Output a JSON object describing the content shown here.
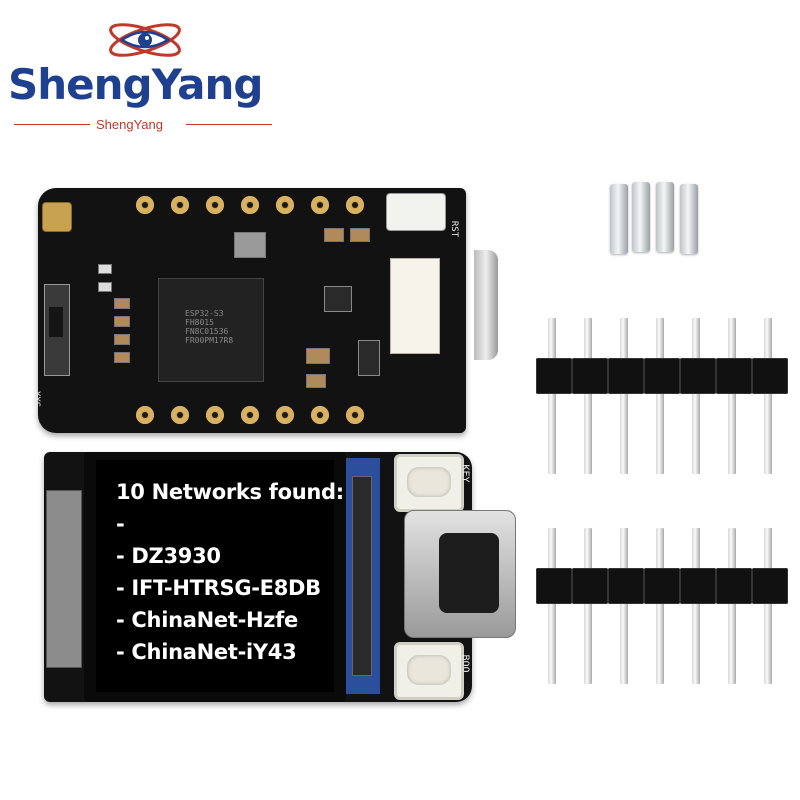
{
  "brand": {
    "name": "ShengYang",
    "tagline": "ShengYang",
    "color": "#1f3f8f",
    "accent": "#c0392b"
  },
  "board_top": {
    "chip_label": "ESP32-S3\nFH8015\nFN8C01536\nFR00PM17R8",
    "rst_label": "RST",
    "side_label": "XXS"
  },
  "display": {
    "lines": [
      "10 Networks found:",
      "-",
      "- DZ3930",
      "- IFT-HTRSG-E8DB",
      "- ChinaNet-Hzfe",
      "- ChinaNet-iY43"
    ]
  },
  "board_bottom": {
    "label_top": "KEY",
    "label_bottom": "BOO"
  },
  "accessories": {
    "pin_header_count": 2,
    "pins_per_header": 7,
    "standoff_count": 4
  }
}
